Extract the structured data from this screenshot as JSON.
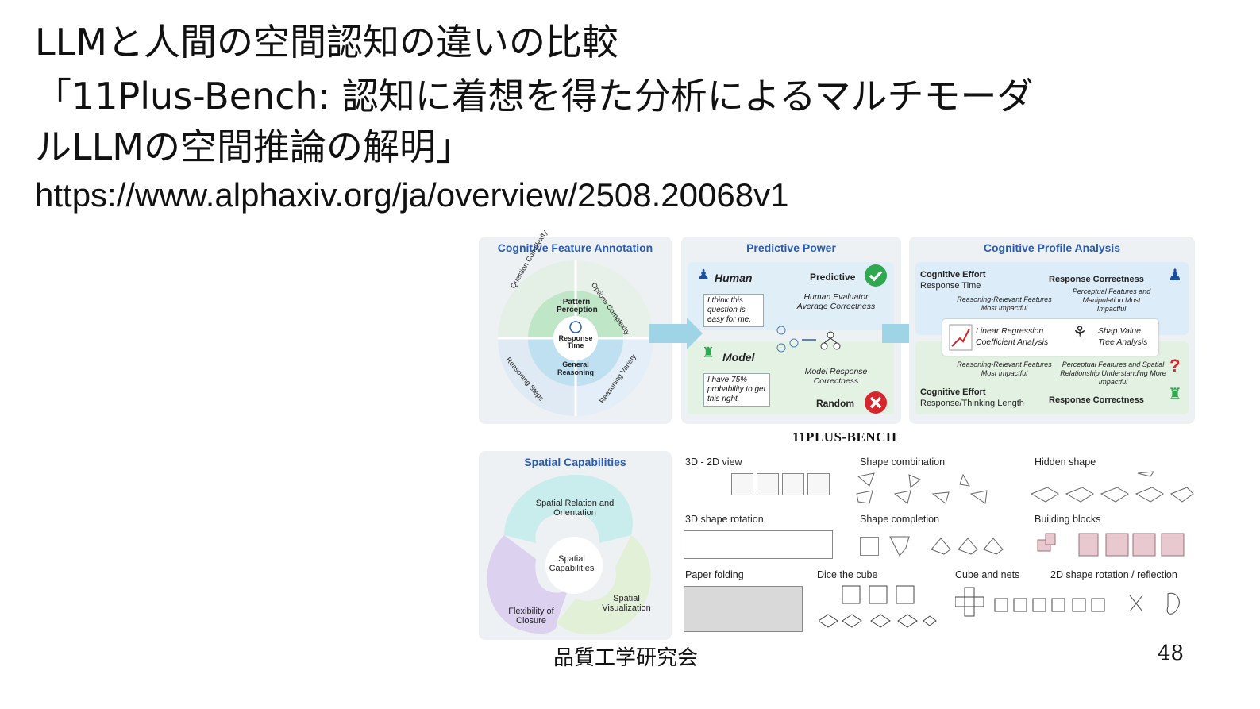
{
  "slide": {
    "title_line1": "LLMと人間の空間認知の違いの比較",
    "title_line2": "「11Plus-Bench: 認知に着想を得た分析によるマルチモーダ",
    "title_line3": "ルLLMの空間推論の解明」",
    "url": "https://www.alphaxiv.org/ja/overview/2508.20068v1",
    "footer_org": "品質工学研究会",
    "page_number": "48"
  },
  "figure": {
    "panel1": {
      "title": "Cognitive Feature Annotation",
      "q_complexity": "Question Complexity",
      "opt_complexity": "Options Complexity",
      "pattern_perception": "Pattern Perception",
      "response_time": "Response Time",
      "general_reasoning": "General Reasoning",
      "reasoning_steps": "Reasoning Steps",
      "reasoning_variety": "Reasoning Variety"
    },
    "panel2": {
      "title": "Predictive Power",
      "human": "Human",
      "predictive": "Predictive",
      "human_bubble": "I think this question is easy for me.",
      "human_eval": "Human Evaluator Average Correctness",
      "model": "Model",
      "model_bubble": "I have 75% probability to get this right.",
      "model_resp": "Model Response Correctness",
      "random": "Random"
    },
    "panel3": {
      "title": "Cognitive Profile Analysis",
      "ce_top": "Cognitive Effort",
      "ce_top_sub": "Response Time",
      "rc_top": "Response Correctness",
      "rr_top": "Reasoning-Relevant Features Most Impactful",
      "pf_top": "Perceptual Features and Manipulation Most Impactful",
      "linreg": "Linear Regression Coefficient Analysis",
      "shap": "Shap Value Tree Analysis",
      "rr_bot": "Reasoning-Relevant Features Most Impactful",
      "pf_bot": "Perceptual Features and Spatial Relationship Understanding More Impactful",
      "ce_bot": "Cognitive Effort",
      "ce_bot_sub": "Response/Thinking Length",
      "rc_bot": "Response Correctness"
    },
    "bench_name": "11PLUS-BENCH",
    "panel4": {
      "title": "Spatial Capabilities",
      "relation": "Spatial Relation and Orientation",
      "center": "Spatial Capabilities",
      "visualization": "Spatial Visualization",
      "closure": "Flexibility of Closure"
    },
    "tasks": [
      "3D - 2D view",
      "Shape combination",
      "Hidden shape",
      "3D shape rotation",
      "Shape completion",
      "Building blocks",
      "Paper folding",
      "Dice the cube",
      "Cube and nets",
      "2D shape rotation / reflection"
    ],
    "colors": {
      "accent_blue": "#2a5bb3",
      "check_green": "#2fa84f",
      "cross_red": "#d8262c"
    }
  }
}
